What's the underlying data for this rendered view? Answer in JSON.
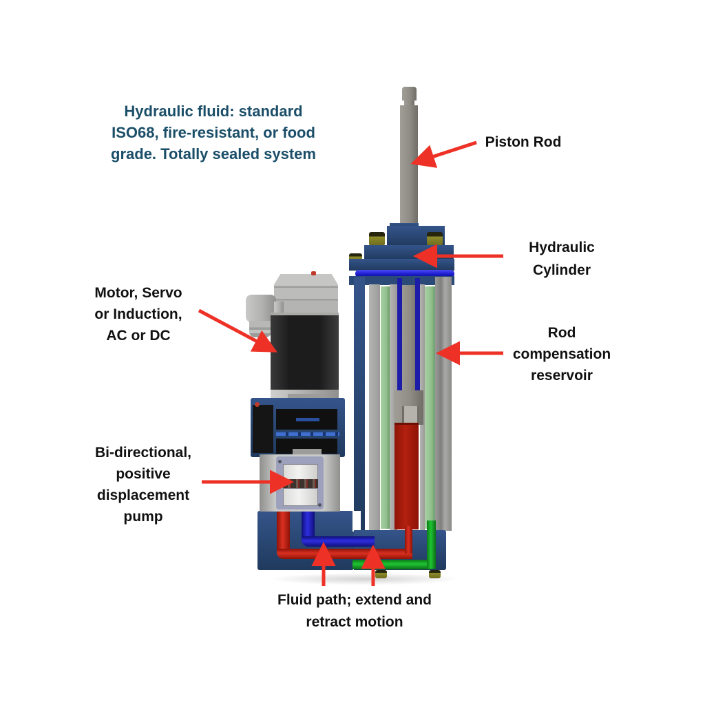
{
  "note": {
    "text": "Hydraulic fluid: standard\nISO68, fire-resistant, or food\ngrade. Totally sealed system"
  },
  "labels": {
    "piston_rod": "Piston Rod",
    "hydraulic_cylinder": "Hydraulic\nCylinder",
    "rod_reservoir": "Rod\ncompensation\nreservoir",
    "motor": "Motor, Servo\nor Induction,\nAC or DC",
    "pump": "Bi-directional,\npositive\ndisplacement\npump",
    "fluid_path": "Fluid path; extend and\nretract motion"
  },
  "colors": {
    "arrow": "#ee3126",
    "label_text": "#111111",
    "note_text": "#1b4e68",
    "navy": "#2c4a78",
    "bright_blue": "#1d1dd0",
    "fluid_blue": "#1c1ca8",
    "fluid_red": "#b3200f",
    "pipe_red": "#c01d10",
    "pipe_green": "#15a628",
    "reservoir_green": "#93c18e",
    "rod_gray": "#8e8c84",
    "motor_black": "#1c1c1c",
    "housing_gray": "#b6b6b4",
    "bolt_olive": "#8f8d2a",
    "pump_frame": "#9da1bc"
  }
}
